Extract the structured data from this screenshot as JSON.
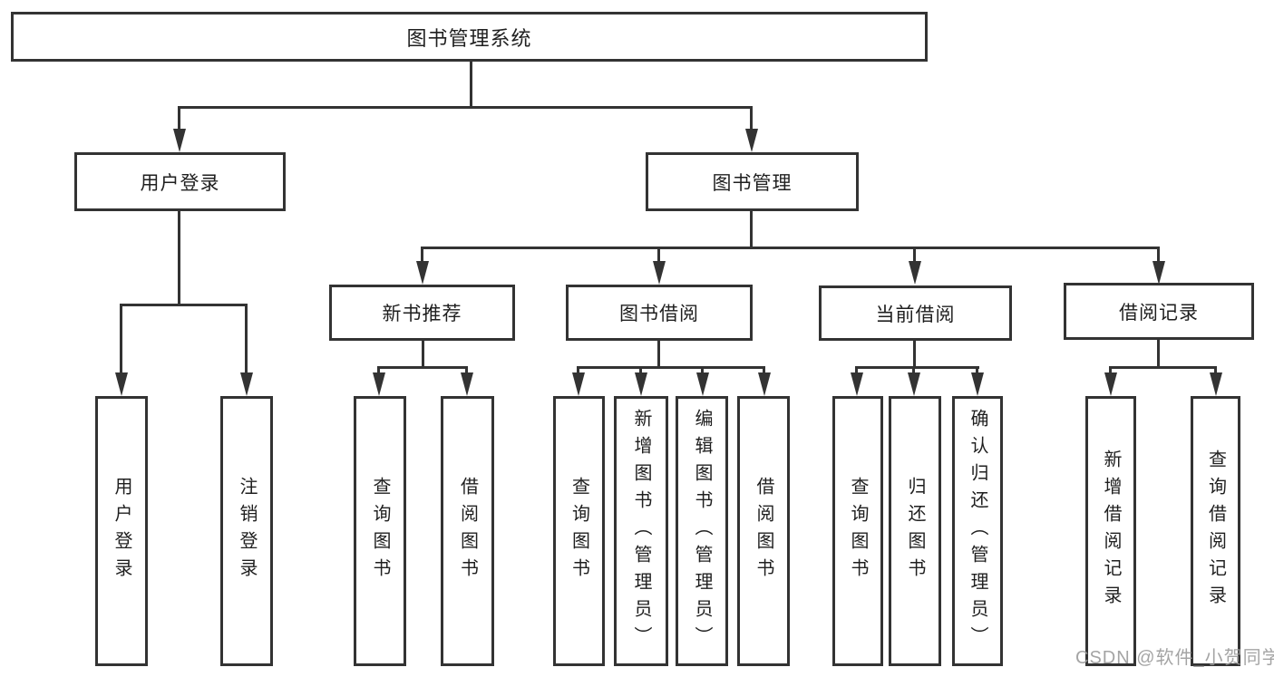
{
  "tree": {
    "label": "图书管理系统",
    "children": [
      {
        "label": "用户登录",
        "children": [
          {
            "label": "用户登录"
          },
          {
            "label": "注销登录"
          }
        ]
      },
      {
        "label": "图书管理",
        "children": [
          {
            "label": "新书推荐",
            "children": [
              {
                "label": "查询图书"
              },
              {
                "label": "借阅图书"
              }
            ]
          },
          {
            "label": "图书借阅",
            "children": [
              {
                "label": "查询图书"
              },
              {
                "label": "新增图书（管理员）"
              },
              {
                "label": "编辑图书（管理员）"
              },
              {
                "label": "借阅图书"
              }
            ]
          },
          {
            "label": "当前借阅",
            "children": [
              {
                "label": "查询图书"
              },
              {
                "label": "归还图书"
              },
              {
                "label": "确认归还（管理员）"
              }
            ]
          },
          {
            "label": "借阅记录",
            "children": [
              {
                "label": "新增借阅记录"
              },
              {
                "label": "查询借阅记录"
              }
            ]
          }
        ]
      }
    ]
  },
  "watermark": "CSDN @软件_小贺同学",
  "colors": {
    "line": "#333333",
    "text": "#1f1f1f",
    "box_fill": "#ffffff",
    "watermark": "#9b9b9b",
    "background": "#ffffff"
  }
}
